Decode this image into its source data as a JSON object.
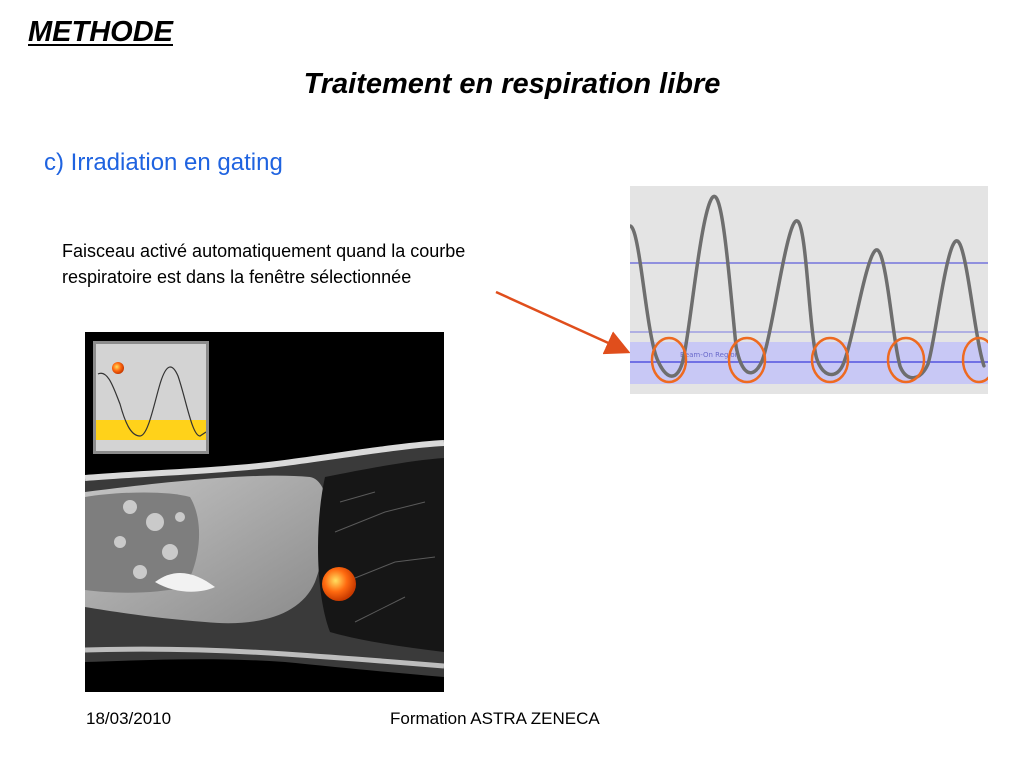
{
  "slide": {
    "section_heading": "METHODE",
    "title": "Traitement en respiration libre",
    "subtitle": "c) Irradiation en gating",
    "description_line1": "Faisceau activé automatiquement quand la courbe",
    "description_line2": "respiratoire est dans la fenêtre sélectionnée"
  },
  "respiratory_chart": {
    "beam_region_label": "Beam-On Region",
    "colors": {
      "background": "#e4e4e4",
      "beam_region": "#c8c8f5",
      "threshold_line": "#3b3bd9",
      "curve": "#6e6e6e",
      "circle": "#ee6a20"
    }
  },
  "mri": {
    "inset_gating_band_color": "#ffd21a",
    "tumor_color": "#ff6a10"
  },
  "arrow_color": "#e04e1c",
  "footer": {
    "date": "18/03/2010",
    "organization": "Formation ASTRA ZENECA"
  }
}
